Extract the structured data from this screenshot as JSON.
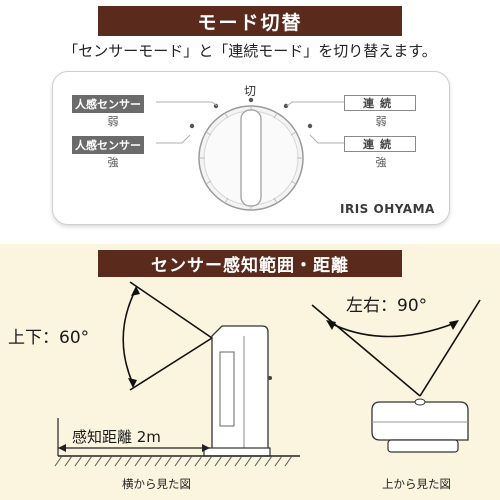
{
  "top": {
    "banner": "モード切替",
    "subtitle": "「センサーモード」と「連続モード」を切り替えます。"
  },
  "panel": {
    "off_label": "切",
    "left_top_label": "人感センサー",
    "left_top_sub": "弱",
    "left_bottom_label": "人感センサー",
    "left_bottom_sub": "強",
    "right_top_label": "連続",
    "right_top_sub": "弱",
    "right_bottom_label": "連続",
    "right_bottom_sub": "強",
    "brand": "IRIS OHYAMA"
  },
  "bottom": {
    "banner": "センサー感知範囲・距離",
    "vertical_angle": "上下：60°",
    "horizontal_angle": "左右：90°",
    "distance": "感知距離 2m",
    "side_caption": "横から見た図",
    "top_caption": "上から見た図"
  }
}
